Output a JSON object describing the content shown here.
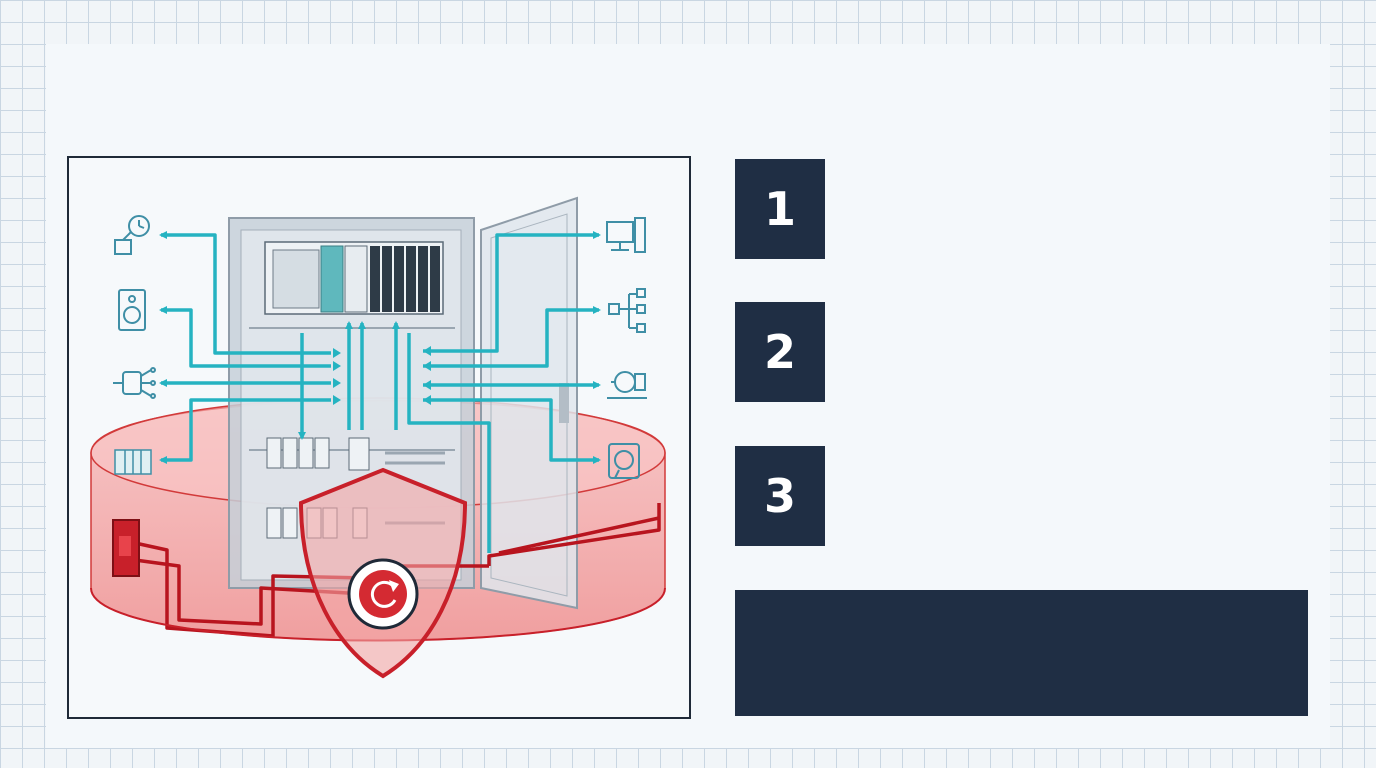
{
  "steps": [
    {
      "number": "1"
    },
    {
      "number": "2"
    },
    {
      "number": "3"
    }
  ],
  "colors": {
    "navy": "#1f2e44",
    "teal_signal": "#25b3c1",
    "red_zone": "#c8202a",
    "red_fill": "#f4a6a6",
    "cabinet_gray": "#c6d0d8"
  },
  "diagram": {
    "left_devices": [
      "clock-sensor-icon",
      "speaker-module-icon",
      "valve-actuator-icon",
      "io-module-icon"
    ],
    "right_devices": [
      "computer-terminal-icon",
      "network-tree-icon",
      "pump-motor-icon",
      "safety-sensor-icon"
    ],
    "center": "control-cabinet",
    "protection": "shield-with-restart-icon"
  }
}
